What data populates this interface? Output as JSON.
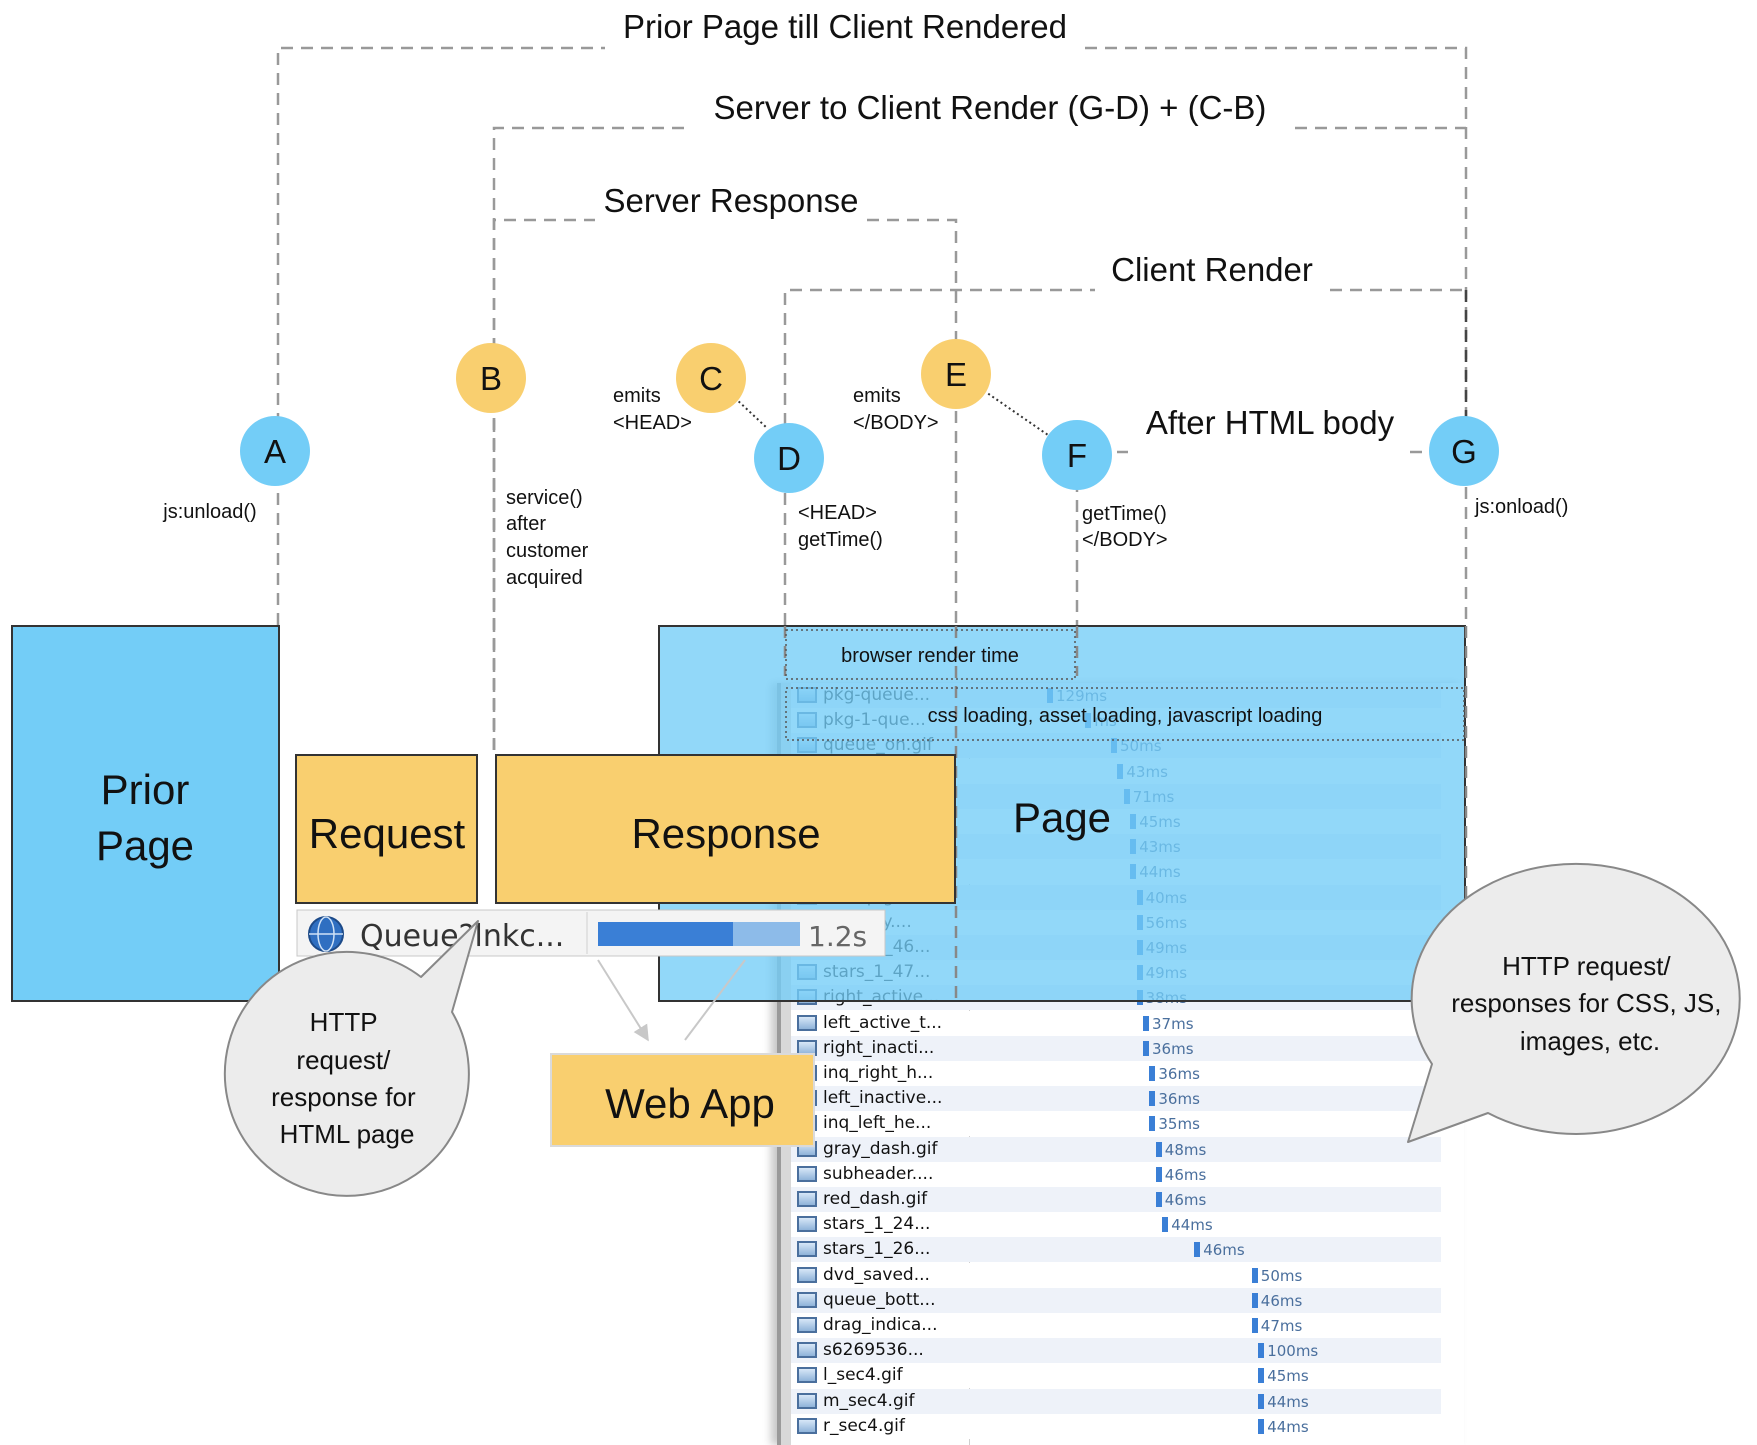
{
  "brackets": {
    "prior_page_till_client_rendered": "Prior Page till Client Rendered",
    "server_to_client_render": "Server to Client Render (G-D) + (C-B)",
    "server_response": "Server Response",
    "client_render": "Client Render",
    "after_html_body": "After HTML body"
  },
  "nodes": {
    "A": {
      "letter": "A",
      "note": "js:unload()",
      "color": "#73cdf7"
    },
    "B": {
      "letter": "B",
      "note": [
        "service()",
        "after",
        "customer",
        "acquired"
      ],
      "color": "#f9cf6f"
    },
    "C": {
      "letter": "C",
      "note": [
        "emits",
        "<HEAD>"
      ],
      "color": "#f9cf6f"
    },
    "D": {
      "letter": "D",
      "note": [
        "<HEAD>",
        "getTime()"
      ],
      "color": "#73cdf7"
    },
    "E": {
      "letter": "E",
      "note": [
        "emits",
        "</BODY>"
      ],
      "color": "#f9cf6f"
    },
    "F": {
      "letter": "F",
      "note": [
        "getTime()",
        "</BODY>"
      ],
      "color": "#73cdf7"
    },
    "G": {
      "letter": "G",
      "note": "js:onload()",
      "color": "#73cdf7"
    }
  },
  "blocks": {
    "prior_page_line1": "Prior",
    "prior_page_line2": "Page",
    "request": "Request",
    "response": "Response",
    "page": "Page",
    "web_app": "Web App",
    "browser_render_time": "browser render time",
    "css_loading": "css loading, asset loading, javascript loading"
  },
  "main_request": {
    "name": "Queue?lnkc...",
    "time": "1.2s"
  },
  "bubbles": {
    "html_page": [
      "HTTP",
      "request/",
      "response for",
      "HTML page"
    ],
    "assets": [
      "HTTP request/",
      "responses for CSS, JS,",
      "images, etc."
    ]
  },
  "waterfall": [
    {
      "name": "pkg-queue...",
      "time": "129ms",
      "bar": 0.4
    },
    {
      "name": "pkg-1-que...",
      "time": "ms",
      "bar": 0.46
    },
    {
      "name": "queue_on.gif",
      "time": "50ms",
      "bar": 0.5
    },
    {
      "name": "",
      "time": "43ms",
      "bar": 0.51
    },
    {
      "name": "",
      "time": "71ms",
      "bar": 0.52
    },
    {
      "name": "",
      "time": "45ms",
      "bar": 0.53
    },
    {
      "name": "",
      "time": "43ms",
      "bar": 0.53
    },
    {
      "name": "",
      "time": "44ms",
      "bar": 0.53
    },
    {
      "name": "...otop.gif",
      "time": "40ms",
      "bar": 0.54
    },
    {
      "name": "...s_only....",
      "time": "56ms",
      "bar": 0.54
    },
    {
      "name": "stars_1_46...",
      "time": "49ms",
      "bar": 0.54
    },
    {
      "name": "stars_1_47...",
      "time": "49ms",
      "bar": 0.54
    },
    {
      "name": "right_active...",
      "time": "38ms",
      "bar": 0.54
    },
    {
      "name": "left_active_t...",
      "time": "37ms",
      "bar": 0.55
    },
    {
      "name": "right_inacti...",
      "time": "36ms",
      "bar": 0.55
    },
    {
      "name": "inq_right_h...",
      "time": "36ms",
      "bar": 0.56
    },
    {
      "name": "left_inactive...",
      "time": "36ms",
      "bar": 0.56
    },
    {
      "name": "inq_left_he...",
      "time": "35ms",
      "bar": 0.56
    },
    {
      "name": "gray_dash.gif",
      "time": "48ms",
      "bar": 0.57
    },
    {
      "name": "subheader....",
      "time": "46ms",
      "bar": 0.57
    },
    {
      "name": "red_dash.gif",
      "time": "46ms",
      "bar": 0.57
    },
    {
      "name": "stars_1_24...",
      "time": "44ms",
      "bar": 0.58
    },
    {
      "name": "stars_1_26...",
      "time": "46ms",
      "bar": 0.63
    },
    {
      "name": "dvd_saved...",
      "time": "50ms",
      "bar": 0.72
    },
    {
      "name": "queue_bott...",
      "time": "46ms",
      "bar": 0.72
    },
    {
      "name": "drag_indica...",
      "time": "47ms",
      "bar": 0.72
    },
    {
      "name": "s6269536...",
      "time": "100ms",
      "bar": 0.73
    },
    {
      "name": "l_sec4.gif",
      "time": "45ms",
      "bar": 0.73
    },
    {
      "name": "m_sec4.gif",
      "time": "44ms",
      "bar": 0.73
    },
    {
      "name": "r_sec4.gif",
      "time": "44ms",
      "bar": 0.73
    }
  ]
}
